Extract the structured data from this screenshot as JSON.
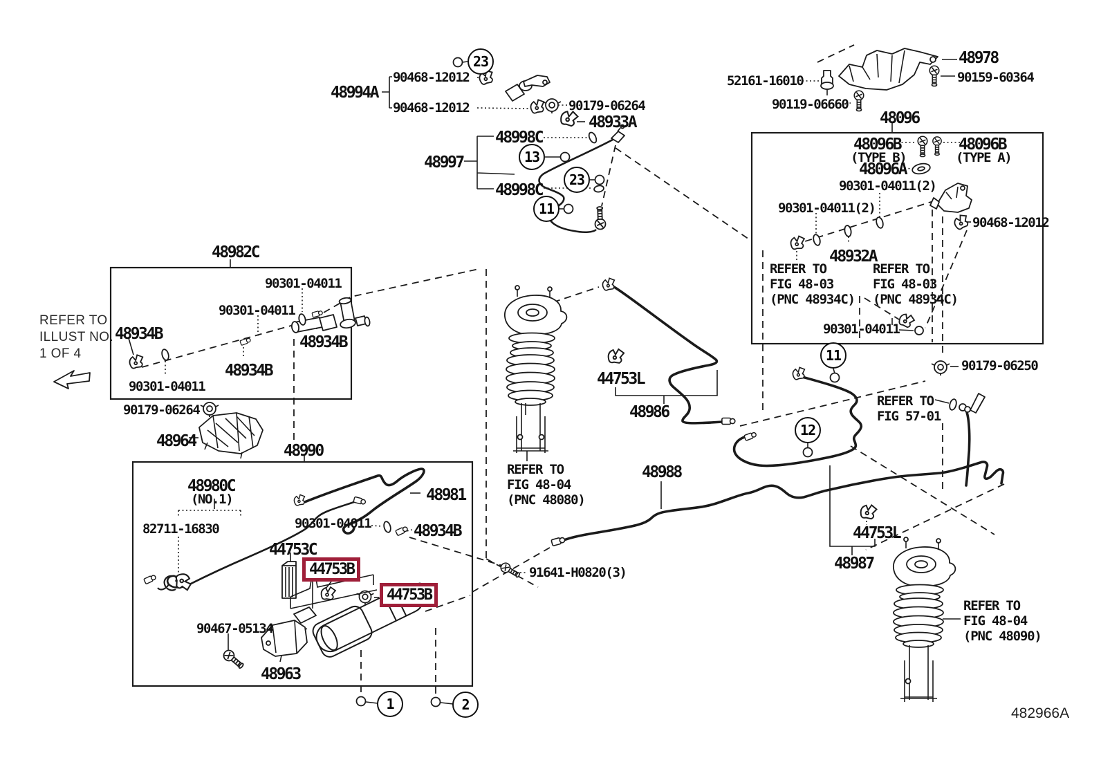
{
  "diagram": {
    "figure_code": "482966A",
    "highlight_color": "#9f1f39",
    "line_color": "#1b1b1b",
    "callouts": {
      "c23_top": "23",
      "c13": "13",
      "c23_mid": "23",
      "c11_top": "11",
      "c11_right": "11",
      "c12": "12",
      "c1": "1",
      "c2": "2"
    },
    "labels": {
      "l48994A": "48994A",
      "l90468a": "90468-12012",
      "l90468b": "90468-12012",
      "l90179_06264a": "90179-06264",
      "l48933A": "48933A",
      "l48998Ca": "48998C",
      "l48997": "48997",
      "l48998Cb": "48998C",
      "l52161": "52161-16010",
      "l48978": "48978",
      "l90159": "90159-60364",
      "l90119": "90119-06660",
      "l48096": "48096",
      "l48096B_b": "48096B",
      "ltypeB": "(TYPE B)",
      "l48096B_a": "48096B",
      "ltypeA": "(TYPE A)",
      "l48096A": "48096A",
      "l90301x2_a": "90301-04011(2)",
      "l90301x2_b": "90301-04011(2)",
      "l90468c": "90468-12012",
      "l48932A": "48932A",
      "l90301_rb": "90301-04011",
      "l48982C": "48982C",
      "l90301_lb1": "90301-04011",
      "l90301_lb2": "90301-04011",
      "l48934B_l": "48934B",
      "l48934B_r": "48934B",
      "l48934B_b": "48934B",
      "l90301_lb3": "90301-04011",
      "l90179_06264b": "90179-06264",
      "l48964": "48964",
      "l48990": "48990",
      "l48981": "48981",
      "l90301_cb": "90301-04011",
      "l48934B_c": "48934B",
      "l48980C": "48980C",
      "lno1": "(NO.1)",
      "l82711": "82711-16830",
      "l44753C": "44753C",
      "l44753B_1": "44753B",
      "l44753B_2": "44753B",
      "l91641": "91641-H0820(3)",
      "l90467": "90467-05134",
      "l48963": "48963",
      "l44753L_1": "44753L",
      "l48986": "48986",
      "l48988": "48988",
      "l90179_06250": "90179-06250",
      "l44753L_2": "44753L",
      "l48987": "48987"
    },
    "notes": {
      "refer_illust": [
        "REFER TO",
        "ILLUST NO.",
        "1 OF 4"
      ],
      "refer_4803_left": [
        "REFER TO",
        "FIG 48-03",
        "(PNC 48934C)"
      ],
      "refer_4803_right": [
        "REFER TO",
        "FIG 48-03",
        "(PNC 48934C)"
      ],
      "refer_4804_front": [
        "REFER TO",
        "FIG 48-04",
        "(PNC 48080)"
      ],
      "refer_5701": [
        "REFER TO",
        "FIG 57-01"
      ],
      "refer_4804_rear": [
        "REFER TO",
        "FIG 48-04",
        "(PNC 48090)"
      ]
    }
  }
}
